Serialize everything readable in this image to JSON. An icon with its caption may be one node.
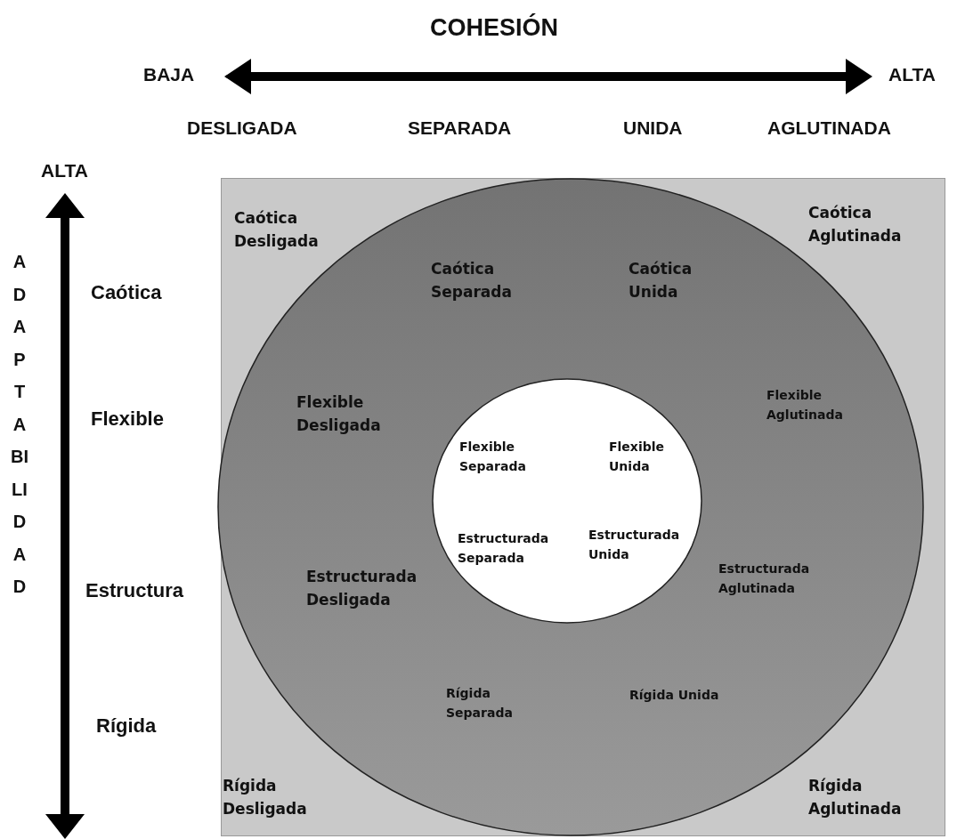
{
  "diagram": {
    "title": "COHESIÓN",
    "nodes": [
      {
        "text": [
          "Caótica Desligada",
          "Caótica Aglutinada",
          "Rígida Desligada",
          "Rígida Aglutinada"
        ]
      },
      {
        "text": [
          "Caótica Separada",
          "Caótica Unida",
          "Flexible Desligada",
          "Flexible Aglutinada",
          "Estructurada Desligada",
          "Estructurada Aglutinada",
          "Rígida Separada",
          "Rígida Unida"
        ],
        "in": 0
      },
      {
        "text": [
          "Flexible Separada",
          "Flexible Unida",
          "Estructurada Separada",
          "Estructurada Unida"
        ],
        "in": 1
      }
    ],
    "labels": [
      "BAJA",
      "ALTA",
      "DESLIGADA",
      "SEPARADA",
      "UNIDA",
      "AGLUTINADA",
      "ALTA",
      "ADAPTABILIDAD",
      "Caótica",
      "Flexible",
      "Estructura",
      "Rígida"
    ]
  }
}
